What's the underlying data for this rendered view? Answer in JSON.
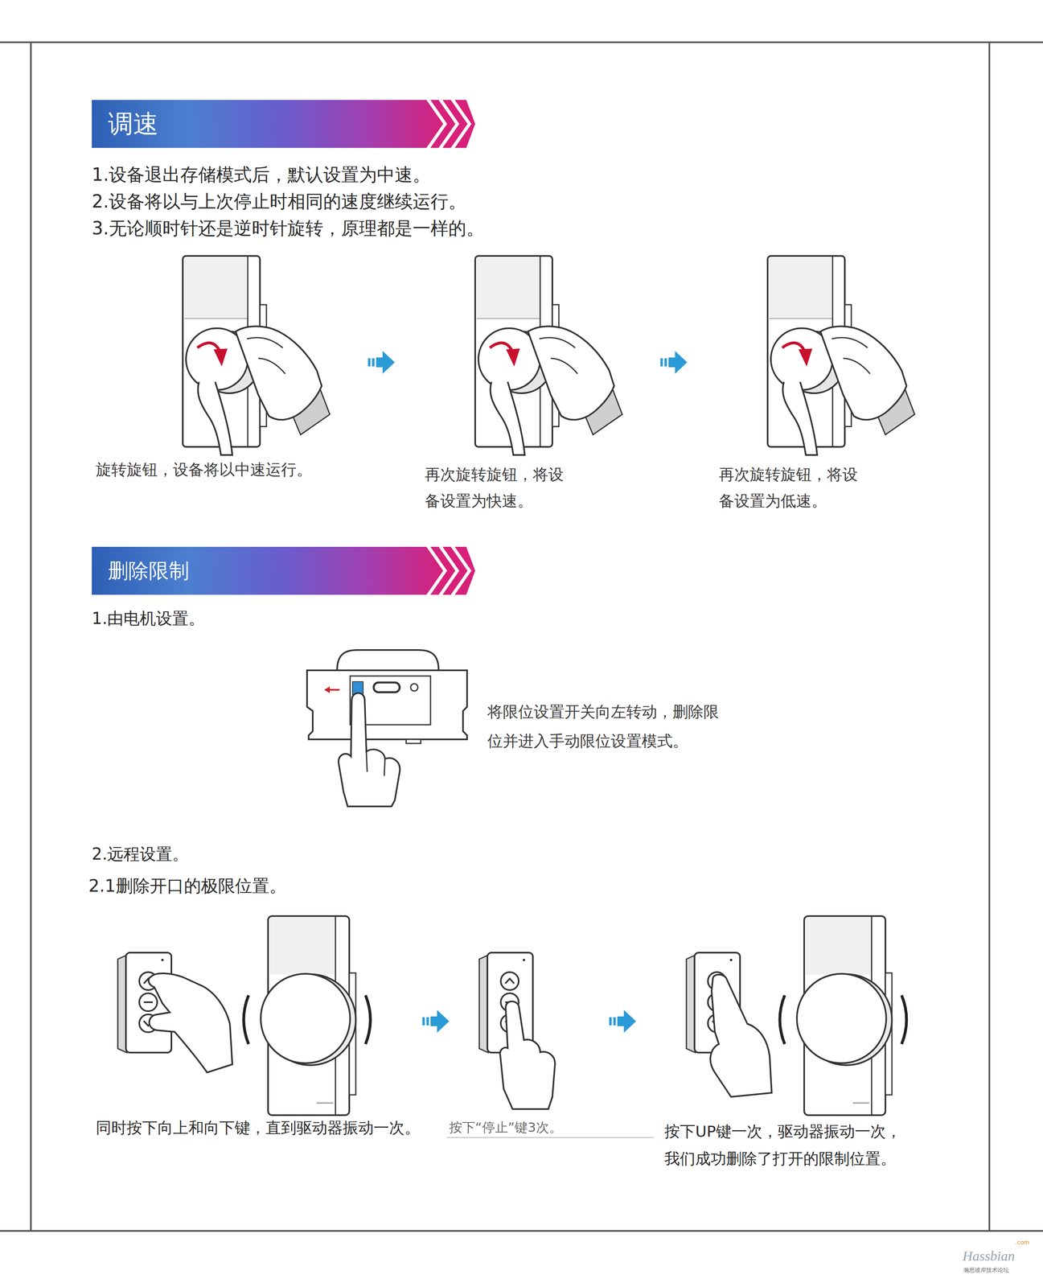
{
  "diagram": {
    "nodes": [
      {
        "text": [
          "调速"
        ]
      },
      {
        "text": [
          "删除限制"
        ]
      }
    ],
    "labels": [
      "1.设备退出存储模式后，默认设置为中速。",
      "2.设备将以与上次停止时相同的速度继续运行。",
      "3.无论顺时针还是逆时针旋转，原理都是一样的。",
      "旋转旋钮，设备将以中速运行。",
      "再次旋转旋钮，将设 备设置为快速。",
      "再次旋转旋钮，将设 备设置为低速。",
      "1.由电机设置。",
      "将限位设置开关向左转动，删除限 位并进入手动限位设置模式。",
      "2.远程设置。",
      "2.1删除开口的极限位置。",
      "同时按下向上和向下键，直到驱动器振动一次。",
      "按下“停止”键3次。",
      "按下UP键一次，驱动器振动一次， 我们成功删除了打开的限制位置。",
      "Hassbian",
      ".com",
      "瀚思彼岸技术论坛"
    ]
  }
}
